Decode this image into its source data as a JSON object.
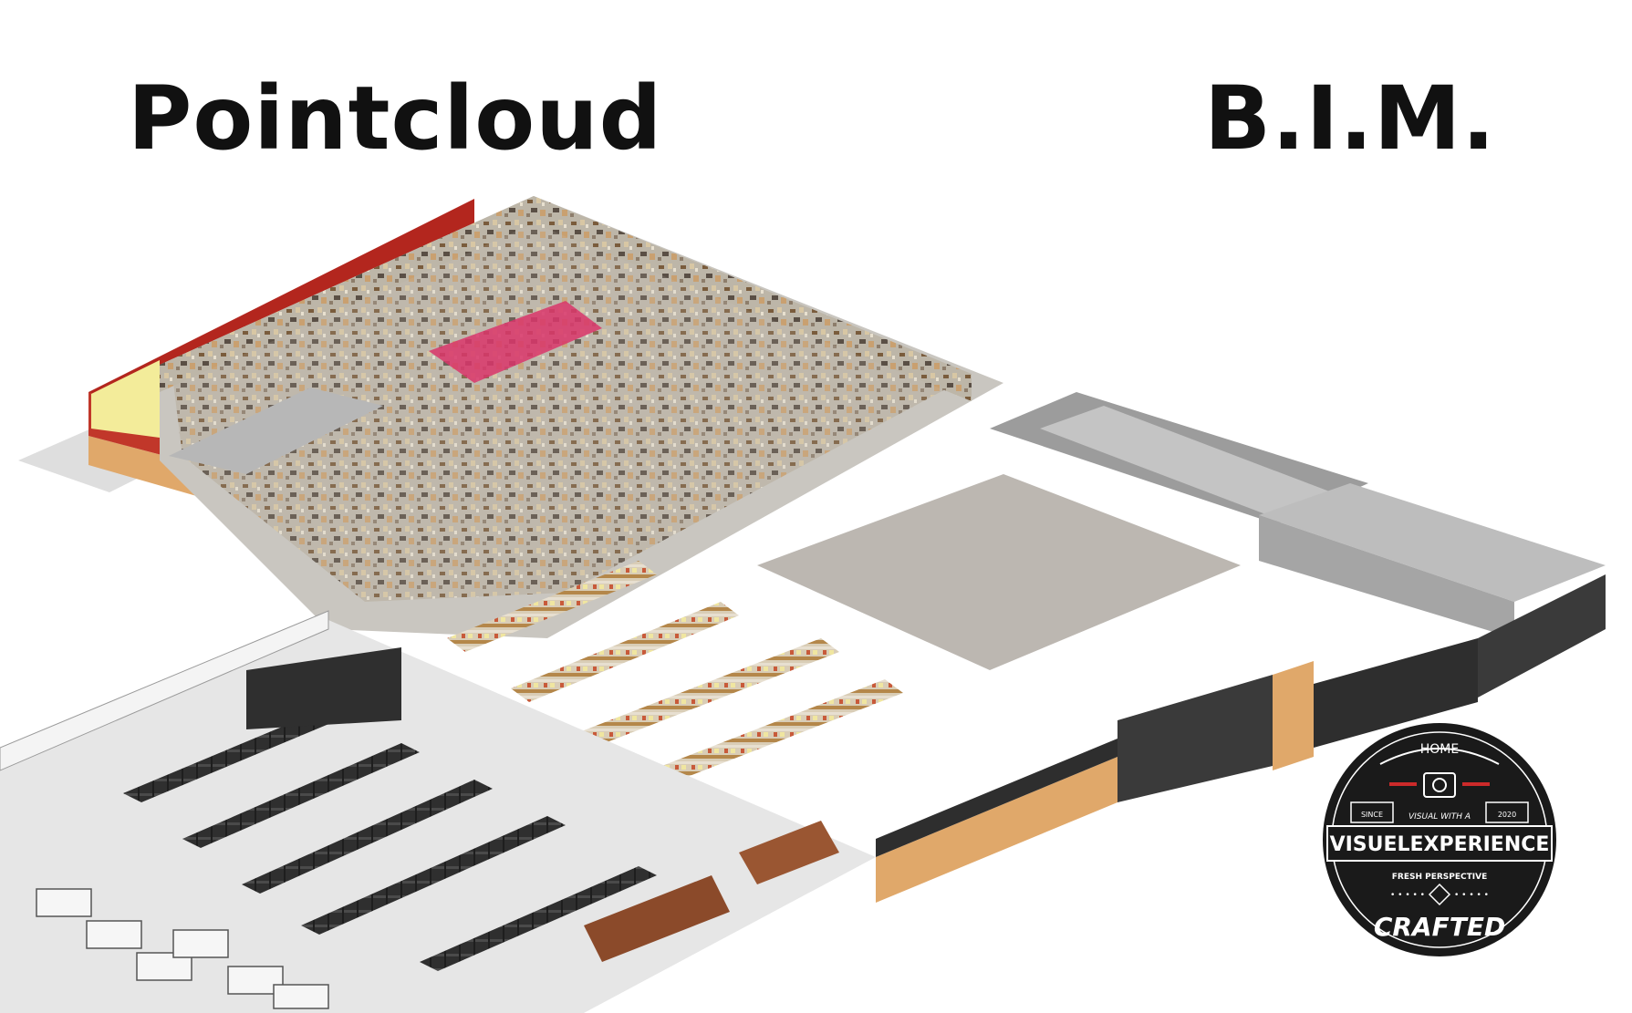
{
  "titles": {
    "left": "Pointcloud",
    "right": "B.I.M."
  },
  "badge": {
    "home": "HOME",
    "since": "SINCE",
    "tagline": "VISUAL WITH A",
    "year": "2020",
    "brand": "VISUELEXPERIENCE",
    "subtitle": "FRESH PERSPECTIVE",
    "dots": "• • • • •",
    "crafted": "CRAFTED"
  },
  "colors": {
    "wall_red": "#b3261e",
    "wall_orange": "#e0a86a",
    "wall_yellow": "#f3ec9a",
    "floor_bim": "#e6e6e6",
    "floor_cloud": "#c9c6c0",
    "shelf_dark": "#3a3a3a",
    "badge_bg": "#1a1a1a",
    "accent_red": "#cc2a2a"
  }
}
